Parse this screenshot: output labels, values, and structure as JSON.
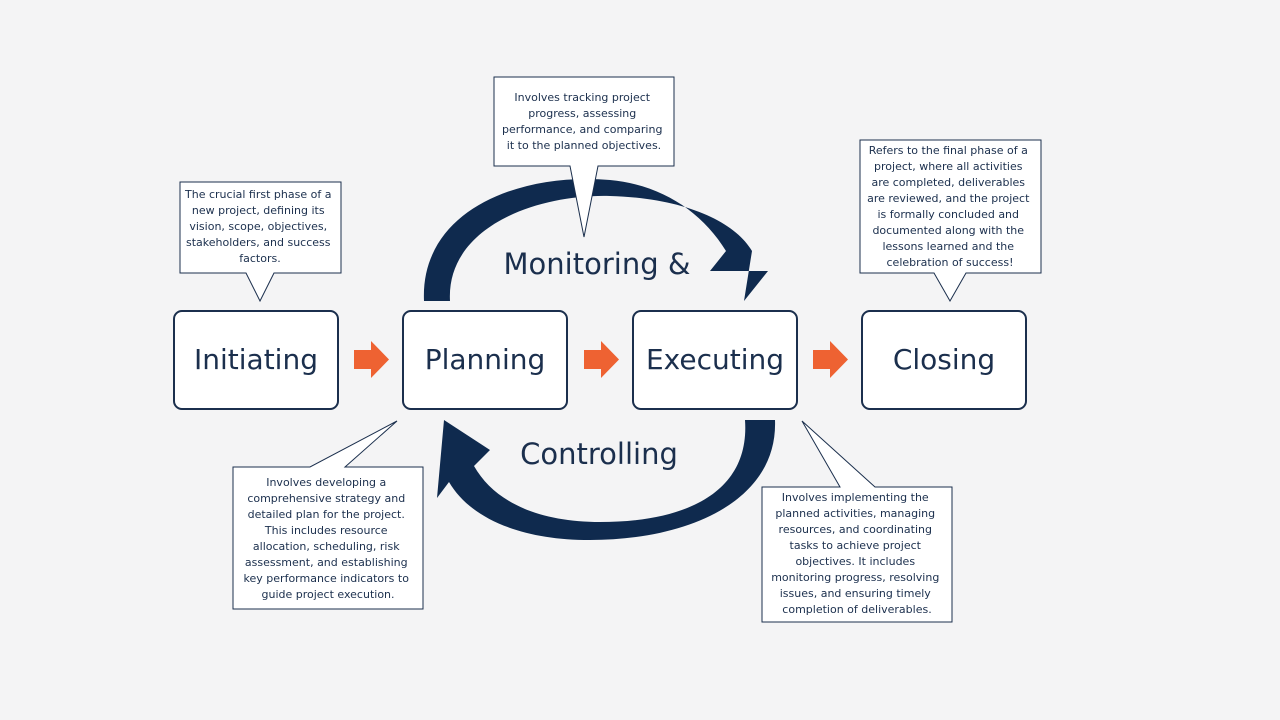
{
  "colors": {
    "background": "#f4f4f5",
    "navy": "#1b2f4d",
    "arrow_dark": "#0f2a4e",
    "orange": "#ee6232",
    "box_fill": "#ffffff"
  },
  "phases": {
    "initiating": "Initiating",
    "planning": "Planning",
    "executing": "Executing",
    "closing": "Closing"
  },
  "cycle": {
    "top_label": "Monitoring &",
    "bottom_label": "Controlling"
  },
  "callouts": {
    "initiating": [
      "The crucial first phase of a",
      "new project, defining its",
      "vision, scope, objectives,",
      "stakeholders, and success",
      "factors."
    ],
    "monitoring": [
      "Involves tracking project",
      "progress, assessing",
      "performance, and comparing",
      "it to the planned objectives."
    ],
    "closing": [
      "Refers to the final phase of a",
      "project, where all activities",
      "are completed, deliverables",
      "are reviewed, and the project",
      "is formally concluded and",
      "documented along with the",
      "lessons learned and the",
      "celebration of success!"
    ],
    "planning": [
      "Involves developing a",
      "comprehensive strategy and",
      "detailed plan for the project.",
      "This includes resource",
      "allocation, scheduling, risk",
      "assessment, and establishing",
      "key performance indicators to",
      "guide project execution."
    ],
    "executing": [
      "Involves implementing the",
      "planned activities, managing",
      "resources, and coordinating",
      "tasks to achieve project",
      "objectives. It includes",
      "monitoring progress, resolving",
      "issues, and ensuring timely",
      "completion of deliverables."
    ]
  }
}
